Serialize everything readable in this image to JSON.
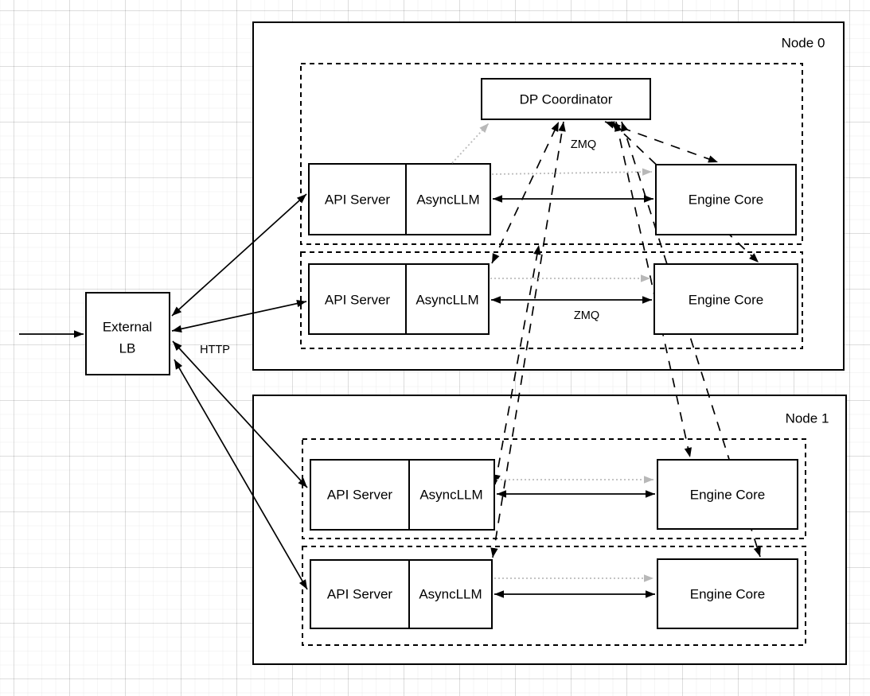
{
  "diagram": {
    "external_lb": {
      "line1": "External",
      "line2": "LB"
    },
    "coordinator": {
      "label": "DP Coordinator"
    },
    "edge_labels": {
      "http": "HTTP",
      "zmq_coordinator": "ZMQ",
      "zmq_row2": "ZMQ"
    },
    "nodes": [
      {
        "label": "Node 0",
        "rows": [
          {
            "api_server": "API Server",
            "async_llm": "AsyncLLM",
            "engine_core": "Engine Core"
          },
          {
            "api_server": "API Server",
            "async_llm": "AsyncLLM",
            "engine_core": "Engine Core"
          }
        ]
      },
      {
        "label": "Node 1",
        "rows": [
          {
            "api_server": "API Server",
            "async_llm": "AsyncLLM",
            "engine_core": "Engine Core"
          },
          {
            "api_server": "API Server",
            "async_llm": "AsyncLLM",
            "engine_core": "Engine Core"
          }
        ]
      }
    ],
    "colors": {
      "stroke": "#000000",
      "gray_link": "#bcbcbc",
      "box_fill": "#ffffff"
    }
  }
}
